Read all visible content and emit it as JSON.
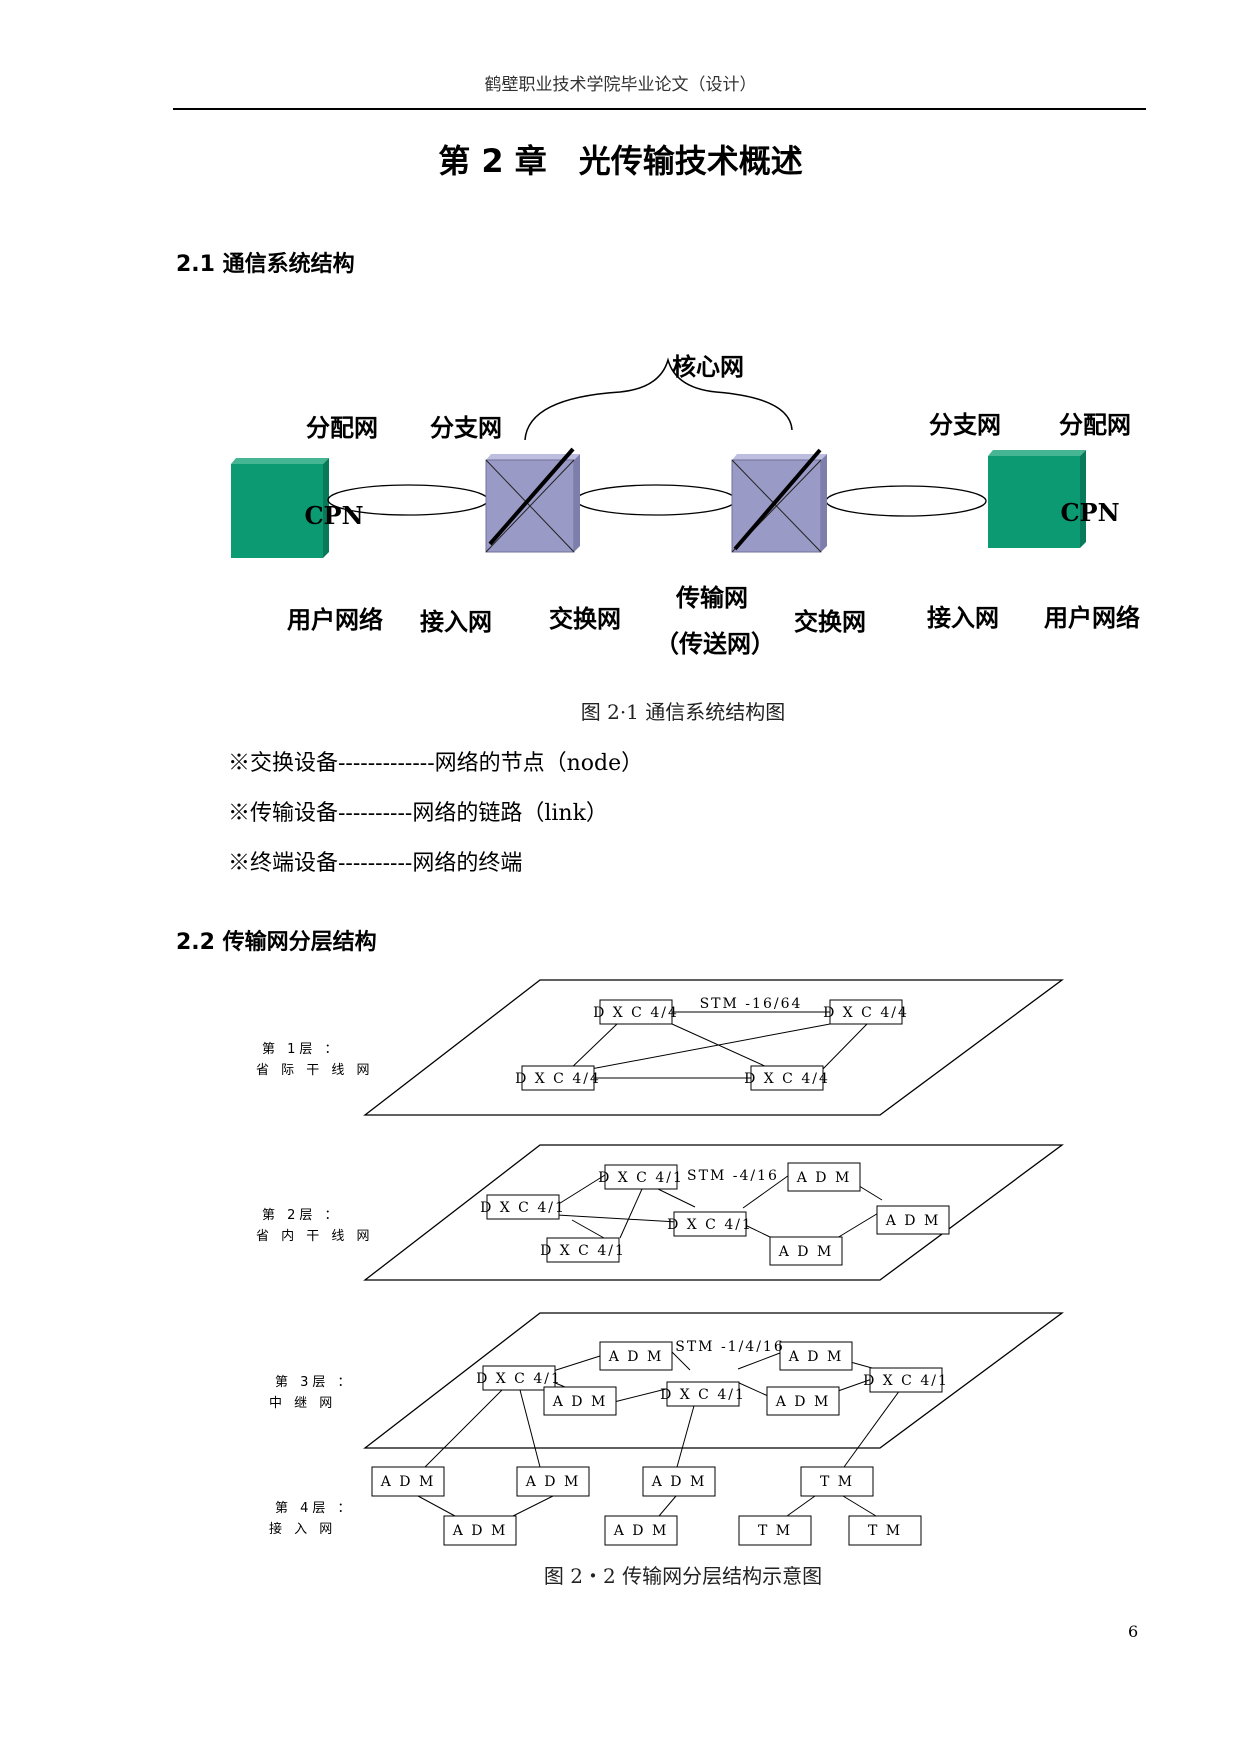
{
  "header": {
    "running_title": "鹤壁职业技术学院毕业论文（设计）"
  },
  "chapter": {
    "title": "第 2 章　光传输技术概述"
  },
  "section1": {
    "heading": "2.1 通信系统结构"
  },
  "figure1": {
    "core_label": "核心网",
    "distribution_left": "分配网",
    "branch_left": "分支网",
    "branch_right": "分支网",
    "distribution_right": "分配网",
    "cpn_left": "CPN",
    "cpn_right": "CPN",
    "user_network_left": "用户网络",
    "access_left": "接入网",
    "switch_left": "交换网",
    "transport_line1": "传输网",
    "transport_line2": "（传送网）",
    "switch_right": "交换网",
    "access_right": "接入网",
    "user_network_right": "用户网络",
    "colors": {
      "cpn": "#0c9a72",
      "switch": "#9a9ac6"
    },
    "caption": "图 2·1 通信系统结构图"
  },
  "bullets": [
    "※交换设备-------------网络的节点（node）",
    "※传输设备----------网络的链路（link）",
    "※终端设备----------网络的终端"
  ],
  "section2": {
    "heading": "2.2 传输网分层结构"
  },
  "figure2": {
    "layer1": {
      "label_a": "第 1层 ：",
      "label_b": "省 际 干 线 网",
      "link_label": "STM -16/64",
      "nodes": [
        "D X C 4/4",
        "D X C 4/4",
        "D X C 4/4",
        "D X C 4/4"
      ]
    },
    "layer2": {
      "label_a": "第 2层 ：",
      "label_b": "省 内 干 线 网",
      "link_label": "STM -4/16",
      "nodes": [
        "D X C 4/1",
        "D X C 4/1",
        "D X C 4/1",
        "D X C 4/1",
        "A D M",
        "A D M",
        "A D M"
      ]
    },
    "layer3": {
      "label_a": "第 3层 ：",
      "label_b": "中 继 网",
      "link_label": "STM -1/4/16",
      "nodes": [
        "D X C 4/1",
        "A D M",
        "A D M",
        "D X C 4/1",
        "A D M",
        "A D M",
        "D X C 4/1"
      ]
    },
    "layer4": {
      "label_a": "第 4层 ：",
      "label_b": "接 入 网",
      "nodes": [
        "A D M",
        "A D M",
        "A D M",
        "A D M",
        "A D M",
        "T M",
        "T M",
        "T M"
      ]
    },
    "caption": "图 2・2 传输网分层结构示意图"
  },
  "page_number": "6"
}
